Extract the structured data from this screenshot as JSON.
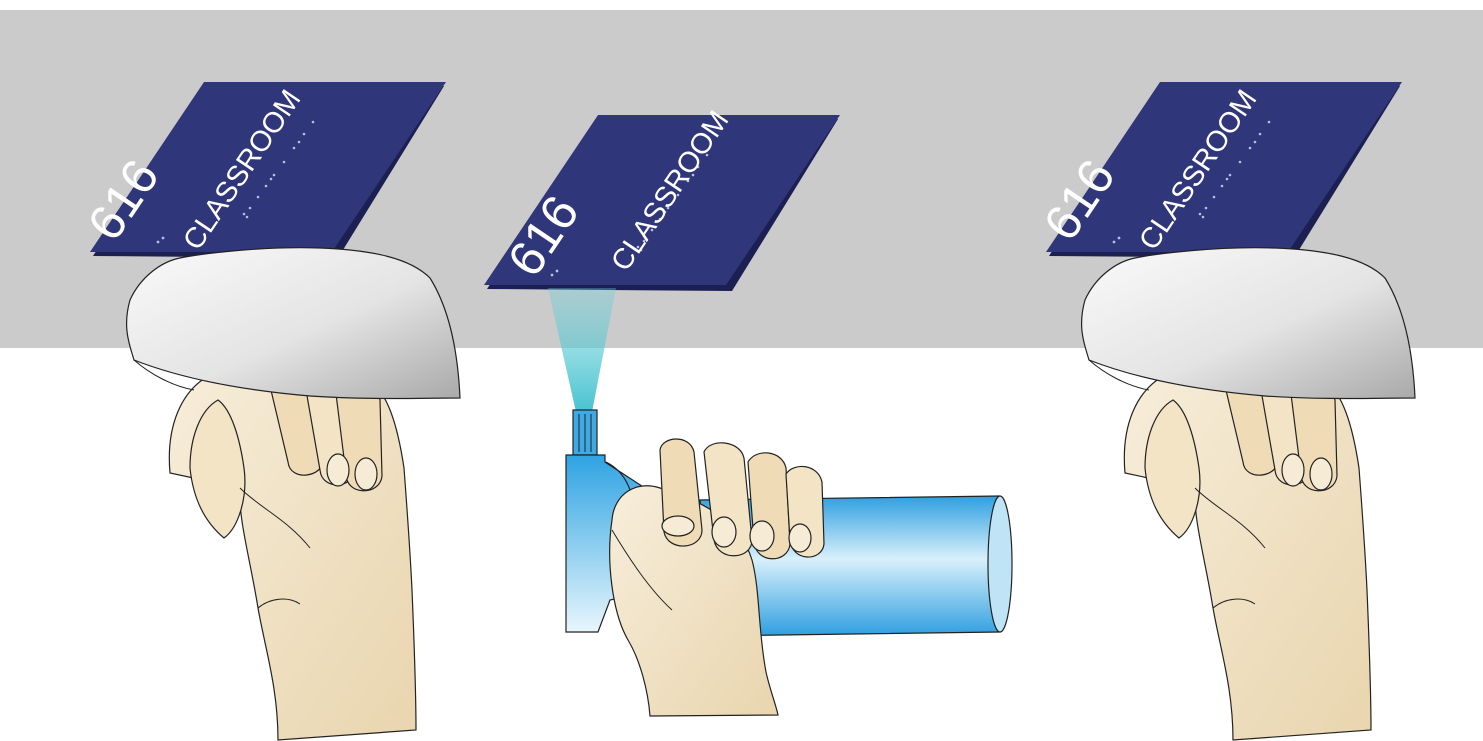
{
  "sign": {
    "room_number": "616",
    "room_label": "CLASSROOM"
  },
  "colors": {
    "wall": "#cbcbcb",
    "floor": "#ffffff",
    "sign_face": "#30367a",
    "sign_edge": "#1b1f52",
    "skin": "#f3e4c6",
    "skin_shadow": "#e2cda4",
    "cloth": "#e4e4e4",
    "bottle": "#3fa9e4",
    "spray_mist": "#7fd3da"
  },
  "panels": [
    {
      "step": "wipe",
      "icon": "hand-with-cloth-icon"
    },
    {
      "step": "spray",
      "icon": "spray-bottle-icon"
    },
    {
      "step": "wipe",
      "icon": "hand-with-cloth-icon"
    }
  ]
}
